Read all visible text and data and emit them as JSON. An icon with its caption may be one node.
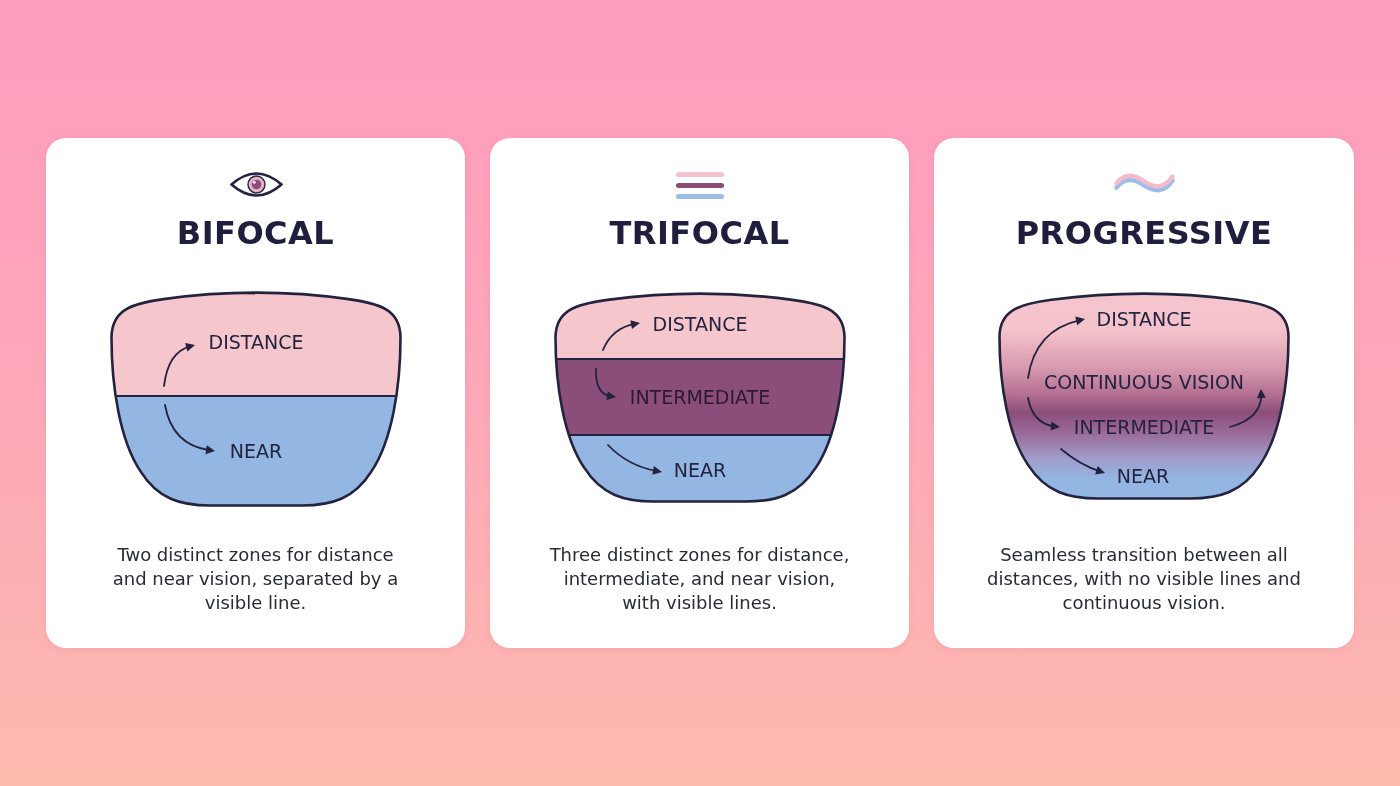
{
  "diagram": {
    "nodes": [
      {
        "text": [
          "BIFOCAL",
          "Two distinct zones for distance and near vision, separated by a visible line."
        ]
      },
      {
        "text": [
          "DISTANCE",
          "NEAR"
        ],
        "in": 0
      },
      {
        "text": [
          "TRIFOCAL",
          "Three distinct zones for distance, intermediate, and near vision, with visible lines."
        ]
      },
      {
        "text": [
          "DISTANCE",
          "INTERMEDIATE",
          "NEAR"
        ],
        "in": 2
      },
      {
        "text": [
          "PROGRESSIVE",
          "Seamless transition between all distances, with no visible lines and continuous vision."
        ]
      },
      {
        "text": [
          "DISTANCE",
          "CONTINUOUS VISION",
          "INTERMEDIATE",
          "NEAR"
        ],
        "in": 4
      }
    ]
  }
}
